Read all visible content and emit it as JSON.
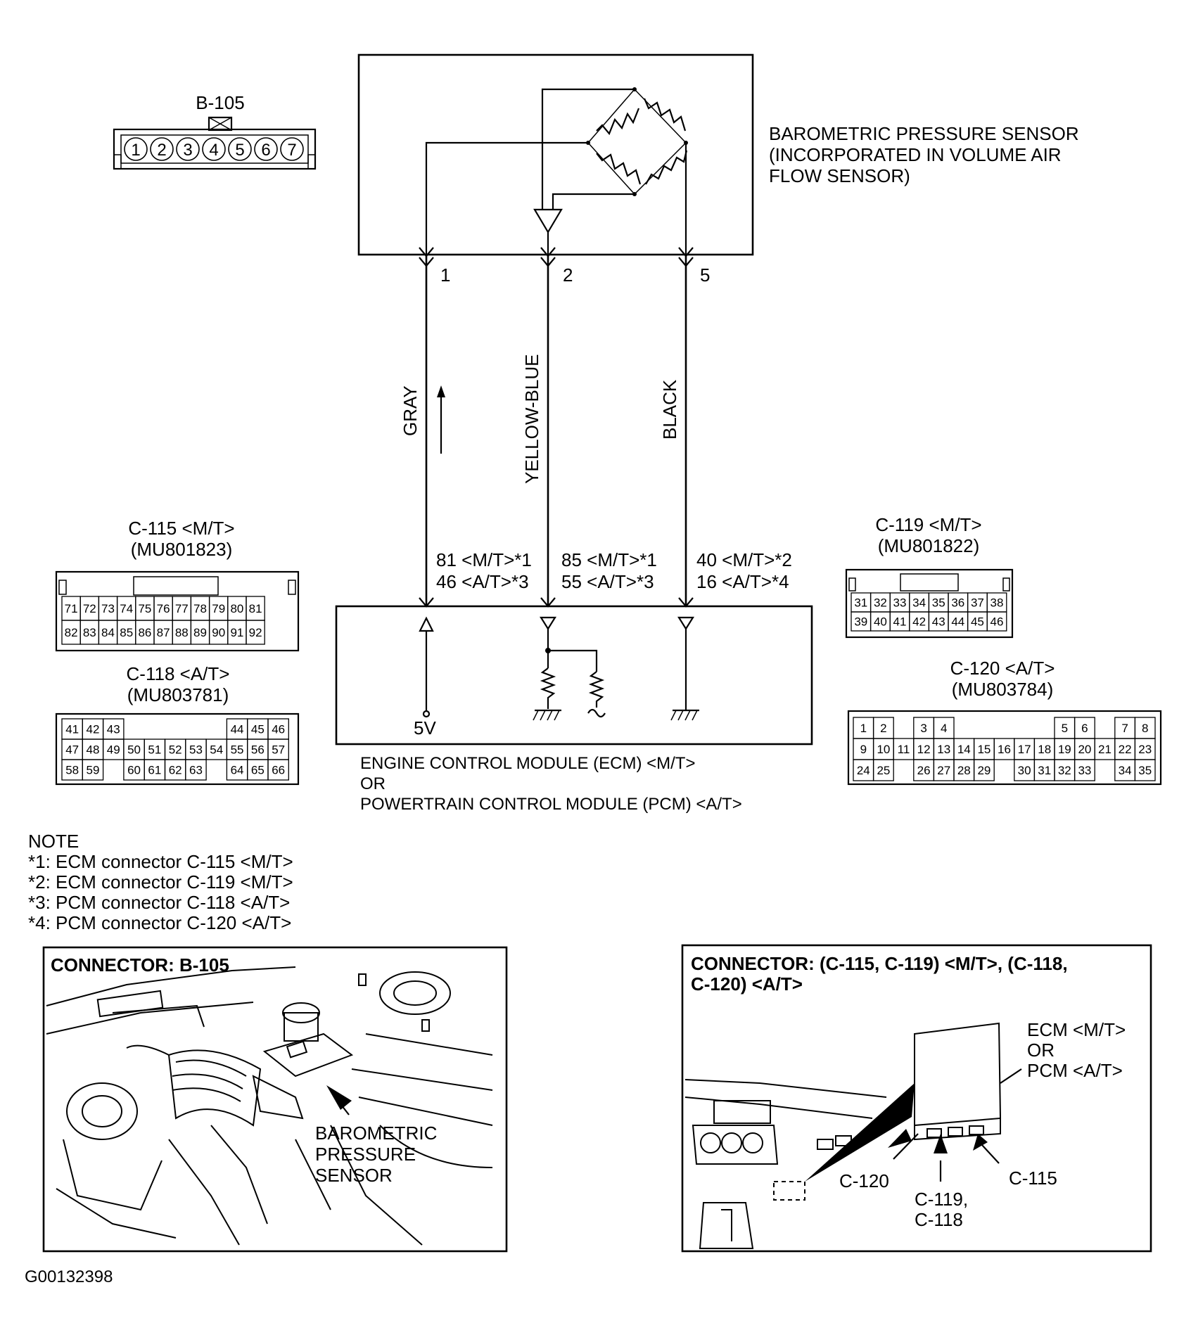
{
  "sensor": {
    "connector_id": "B-105",
    "connector_pins": [
      "1",
      "2",
      "3",
      "4",
      "5",
      "6",
      "7"
    ],
    "title_lines": [
      "BAROMETRIC PRESSURE SENSOR",
      "(INCORPORATED IN VOLUME AIR",
      "FLOW SENSOR)"
    ],
    "terminals": [
      "1",
      "2",
      "5"
    ]
  },
  "wires": {
    "gray": "GRAY",
    "yellow_blue": "YELLOW-BLUE",
    "black": "BLACK"
  },
  "ecm_pins": {
    "gray_a": "81 <M/T>*1",
    "gray_b": "46 <A/T>*3",
    "yb_a": "85 <M/T>*1",
    "yb_b": "55 <A/T>*3",
    "black_a": "40 <M/T>*2",
    "black_b": "16 <A/T>*4"
  },
  "ecm": {
    "voltage": "5V",
    "title_lines": [
      "ENGINE CONTROL MODULE (ECM) <M/T>",
      "OR",
      "POWERTRAIN CONTROL MODULE (PCM) <A/T>"
    ]
  },
  "connectors": {
    "c115": {
      "name": "C-115 <M/T>",
      "part": "(MU801823)",
      "row1": [
        "71",
        "72",
        "73",
        "74",
        "75",
        "76",
        "77",
        "78",
        "79",
        "80",
        "81"
      ],
      "row2": [
        "82",
        "83",
        "84",
        "85",
        "86",
        "87",
        "88",
        "89",
        "90",
        "91",
        "92"
      ]
    },
    "c118": {
      "name": "C-118 <A/T>",
      "part": "(MU803781)",
      "row1": [
        "41",
        "42",
        "43",
        "",
        "",
        "",
        "",
        "",
        "44",
        "45",
        "46"
      ],
      "row2": [
        "47",
        "48",
        "49",
        "50",
        "51",
        "52",
        "53",
        "54",
        "55",
        "56",
        "57"
      ],
      "row3": [
        "58",
        "59",
        "",
        "60",
        "61",
        "62",
        "63",
        "",
        "64",
        "65",
        "66"
      ]
    },
    "c119": {
      "name": "C-119 <M/T>",
      "part": "(MU801822)",
      "row1": [
        "31",
        "32",
        "33",
        "34",
        "35",
        "36",
        "37",
        "38"
      ],
      "row2": [
        "39",
        "40",
        "41",
        "42",
        "43",
        "44",
        "45",
        "46"
      ]
    },
    "c120": {
      "name": "C-120 <A/T>",
      "part": "(MU803784)",
      "row1": [
        "1",
        "2",
        "",
        "3",
        "4",
        "",
        "",
        "",
        "",
        "",
        "5",
        "6",
        "",
        "7",
        "8"
      ],
      "row2": [
        "9",
        "10",
        "11",
        "12",
        "13",
        "14",
        "15",
        "16",
        "17",
        "18",
        "19",
        "20",
        "21",
        "22",
        "23"
      ],
      "row3": [
        "24",
        "25",
        "",
        "26",
        "27",
        "28",
        "29",
        "",
        "30",
        "31",
        "32",
        "33",
        "",
        "34",
        "35"
      ]
    }
  },
  "notes": {
    "heading": "NOTE",
    "items": [
      "*1: ECM connector C-115 <M/T>",
      "*2: ECM connector C-119 <M/T>",
      "*3: PCM connector C-118 <A/T>",
      "*4: PCM connector C-120 <A/T>"
    ]
  },
  "panel_left": {
    "title": "CONNECTOR: B-105",
    "callout_lines": [
      "BAROMETRIC",
      "PRESSURE",
      "SENSOR"
    ]
  },
  "panel_right": {
    "title_lines": [
      "CONNECTOR: (C-115, C-119) <M/T>, (C-118,",
      "C-120) <A/T>"
    ],
    "ecm_lines": [
      "ECM <M/T>",
      "OR",
      "PCM <A/T>"
    ],
    "c120": "C-120",
    "c119_lines": [
      "C-119,",
      "C-118"
    ],
    "c115": "C-115"
  },
  "figure_id": "G00132398"
}
